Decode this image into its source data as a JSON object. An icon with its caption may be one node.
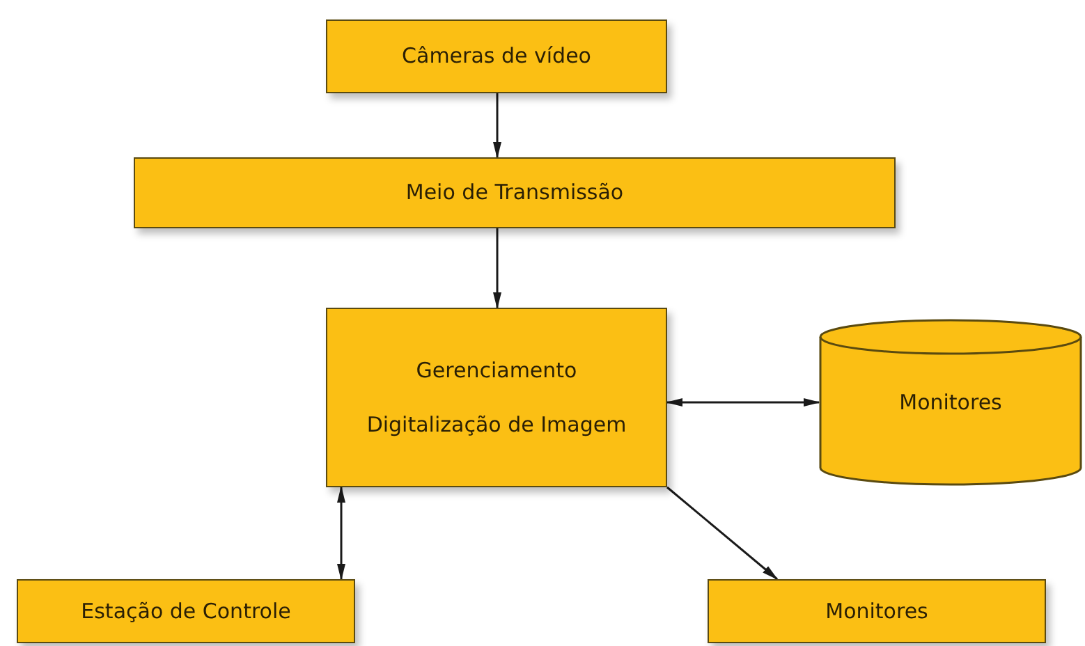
{
  "diagram": {
    "nodes": [
      {
        "text": [
          "Câmeras de vídeo"
        ]
      },
      {
        "text": [
          "Meio de Transmissão"
        ]
      },
      {
        "text": [
          "Gerenciamento",
          "Digitalização de Imagem"
        ]
      },
      {
        "text": [
          "Monitores"
        ]
      },
      {
        "text": [
          "Estação de Controle"
        ]
      },
      {
        "text": [
          "Monitores"
        ]
      }
    ],
    "edges": [
      {
        "from": 0,
        "to": 1,
        "arrow": "to"
      },
      {
        "from": 1,
        "to": 2,
        "arrow": "to"
      },
      {
        "from": 2,
        "to": 3,
        "arrow": "both"
      },
      {
        "from": 2,
        "to": 4,
        "arrow": "both"
      },
      {
        "from": 2,
        "to": 5,
        "arrow": "to"
      }
    ]
  }
}
